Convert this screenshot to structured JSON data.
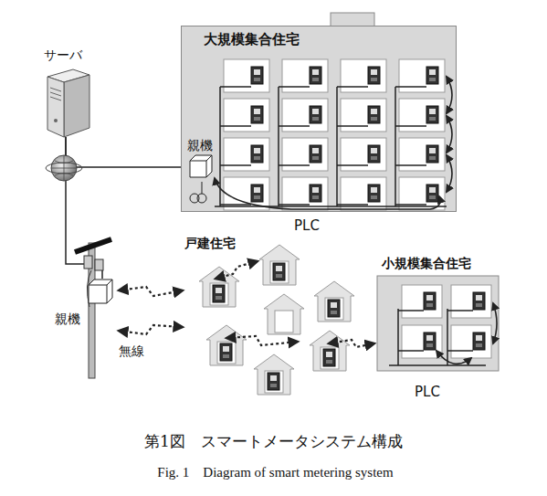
{
  "diagram": {
    "caption": "第1図　スマートメータシステム構成",
    "nodes": [
      {
        "text": [
          "サーバ"
        ]
      },
      {
        "text": [
          "大規模集合住宅"
        ]
      },
      {
        "text": [
          "親機"
        ],
        "in": 1
      },
      {
        "text": [
          "親機"
        ]
      },
      {
        "text": [
          "小規模集合住宅"
        ]
      }
    ],
    "edges": [
      {
        "from": 0,
        "to": 2,
        "arrow": "none"
      },
      {
        "from": 0,
        "to": 3,
        "arrow": "none"
      }
    ],
    "labels": [
      "PLC",
      "戸建住宅",
      "無線",
      "PLC",
      "Fig. 1　Diagram of smart metering system"
    ]
  }
}
